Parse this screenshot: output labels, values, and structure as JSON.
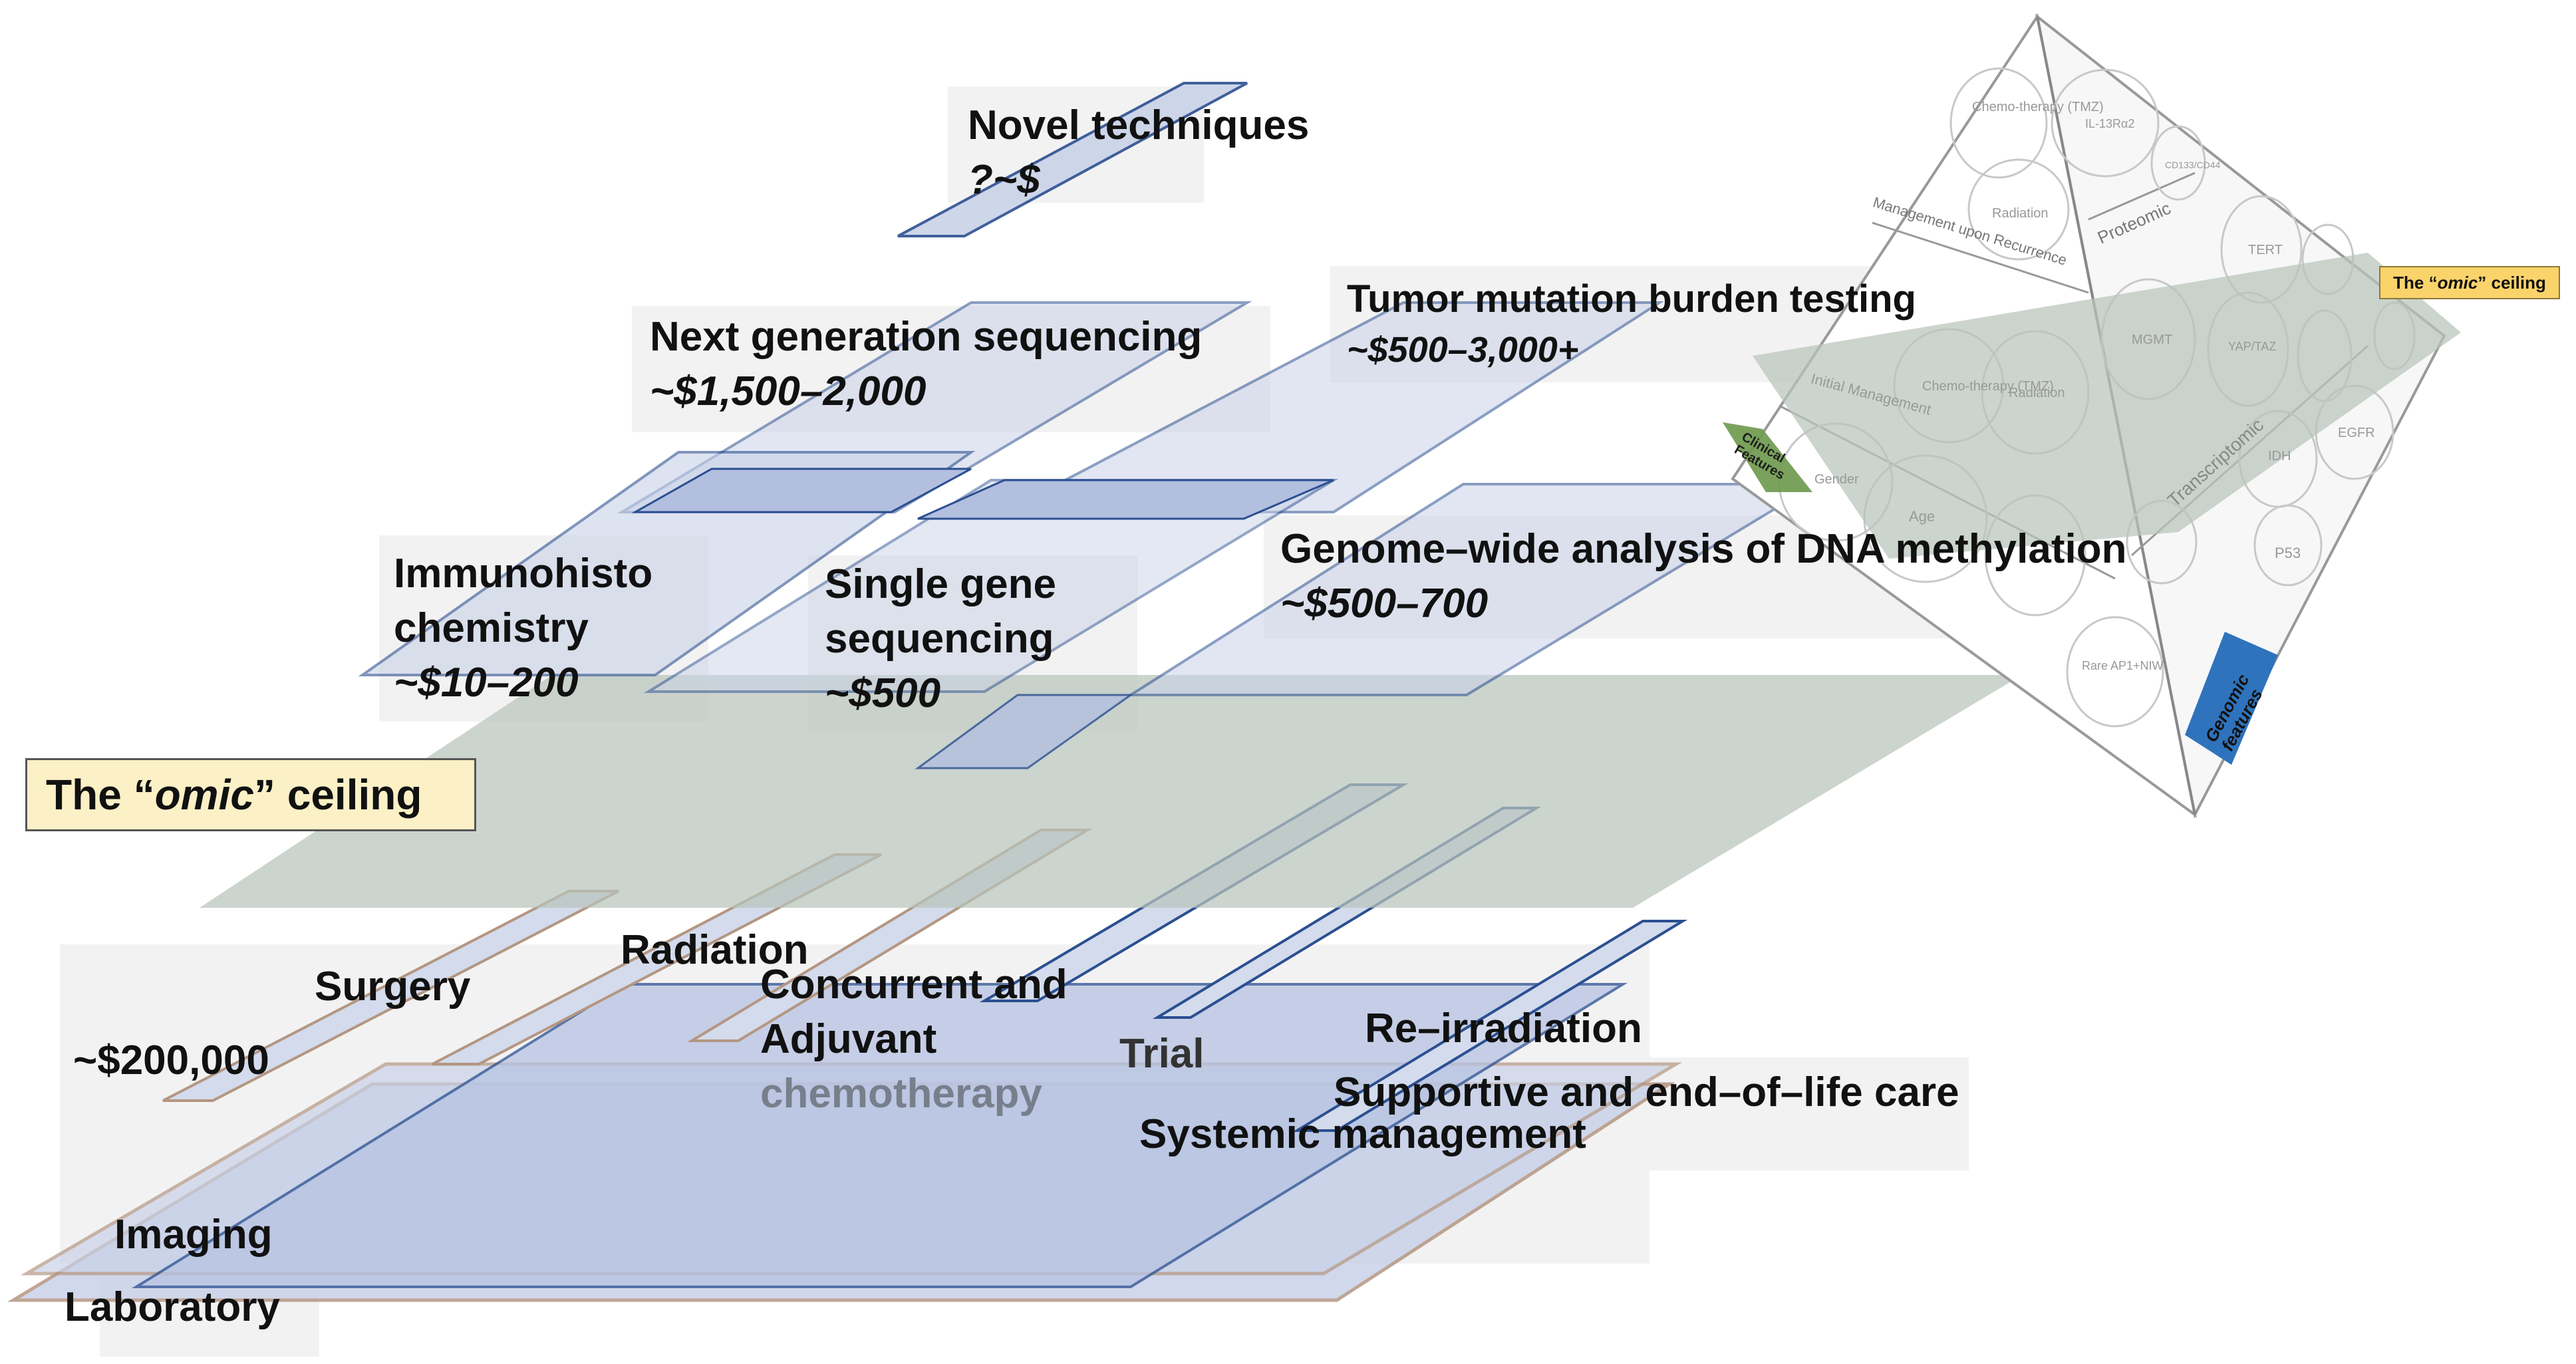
{
  "ceiling": {
    "label_prefix": "The “",
    "label_em": "omic",
    "label_suffix": "” ceiling"
  },
  "upper_layers": [
    {
      "id": "novel",
      "name": "Novel techniques",
      "cost": "?~$"
    },
    {
      "id": "ngs",
      "name": "Next generation sequencing",
      "cost": "~$1,500–2,000"
    },
    {
      "id": "tmb",
      "name": "Tumor mutation burden testing",
      "cost": "~$500–3,000+"
    },
    {
      "id": "ihc",
      "name_lines": [
        "Immunohisto",
        "chemistry"
      ],
      "cost": "~$10–200"
    },
    {
      "id": "sgs",
      "name_lines": [
        "Single gene",
        "sequencing"
      ],
      "cost": "~$500"
    },
    {
      "id": "gwm",
      "name": "Genome–wide analysis of DNA methylation",
      "cost": "~$500–700"
    }
  ],
  "lower_layers": {
    "surgery": "Surgery",
    "standard_cost": "~$200,000",
    "radiation": "Radiation",
    "concurrent_lines": [
      "Concurrent and",
      "Adjuvant",
      "chemotherapy"
    ],
    "trial": "Trial",
    "reirradiation": "Re–irradiation",
    "supportive": "Supportive and end–of–life care",
    "systemic": "Systemic management",
    "imaging": "Imaging",
    "laboratory": "Laboratory"
  },
  "pyramid": {
    "faces": {
      "management_recurrence": "Management upon Recurrence",
      "proteomic": "Proteomic",
      "transcriptomic": "Transcriptomic",
      "initial_management": "Initial Management",
      "clinical_features": "Clinical Features",
      "genomic_features": "Genomic features"
    },
    "circles_top": [
      "Chemo-therapy (TMZ)",
      "IL-13Rα2",
      "Radiation",
      "CD133/CD44"
    ],
    "circles_mid": [
      "Chemo-therapy (TMZ)",
      "Radiation",
      "MGMT",
      "YAP/TAZ",
      "TERT"
    ],
    "circles_bottom": [
      "Gender",
      "Age",
      "IDH",
      "EGFR",
      "P53",
      "Rare AP1+NIW"
    ],
    "colors": {
      "clinical": "#6f9a4f",
      "genomic": "#2f73bd",
      "ceiling_tag": "#fbd36b"
    }
  },
  "colors": {
    "layer_fill": "#c9d2e8",
    "layer_stroke_blue": "#2b4f91",
    "layer_stroke_brown": "#b49682",
    "ceiling_fill": "#b9c4bb",
    "panel": "#eeeeee"
  }
}
